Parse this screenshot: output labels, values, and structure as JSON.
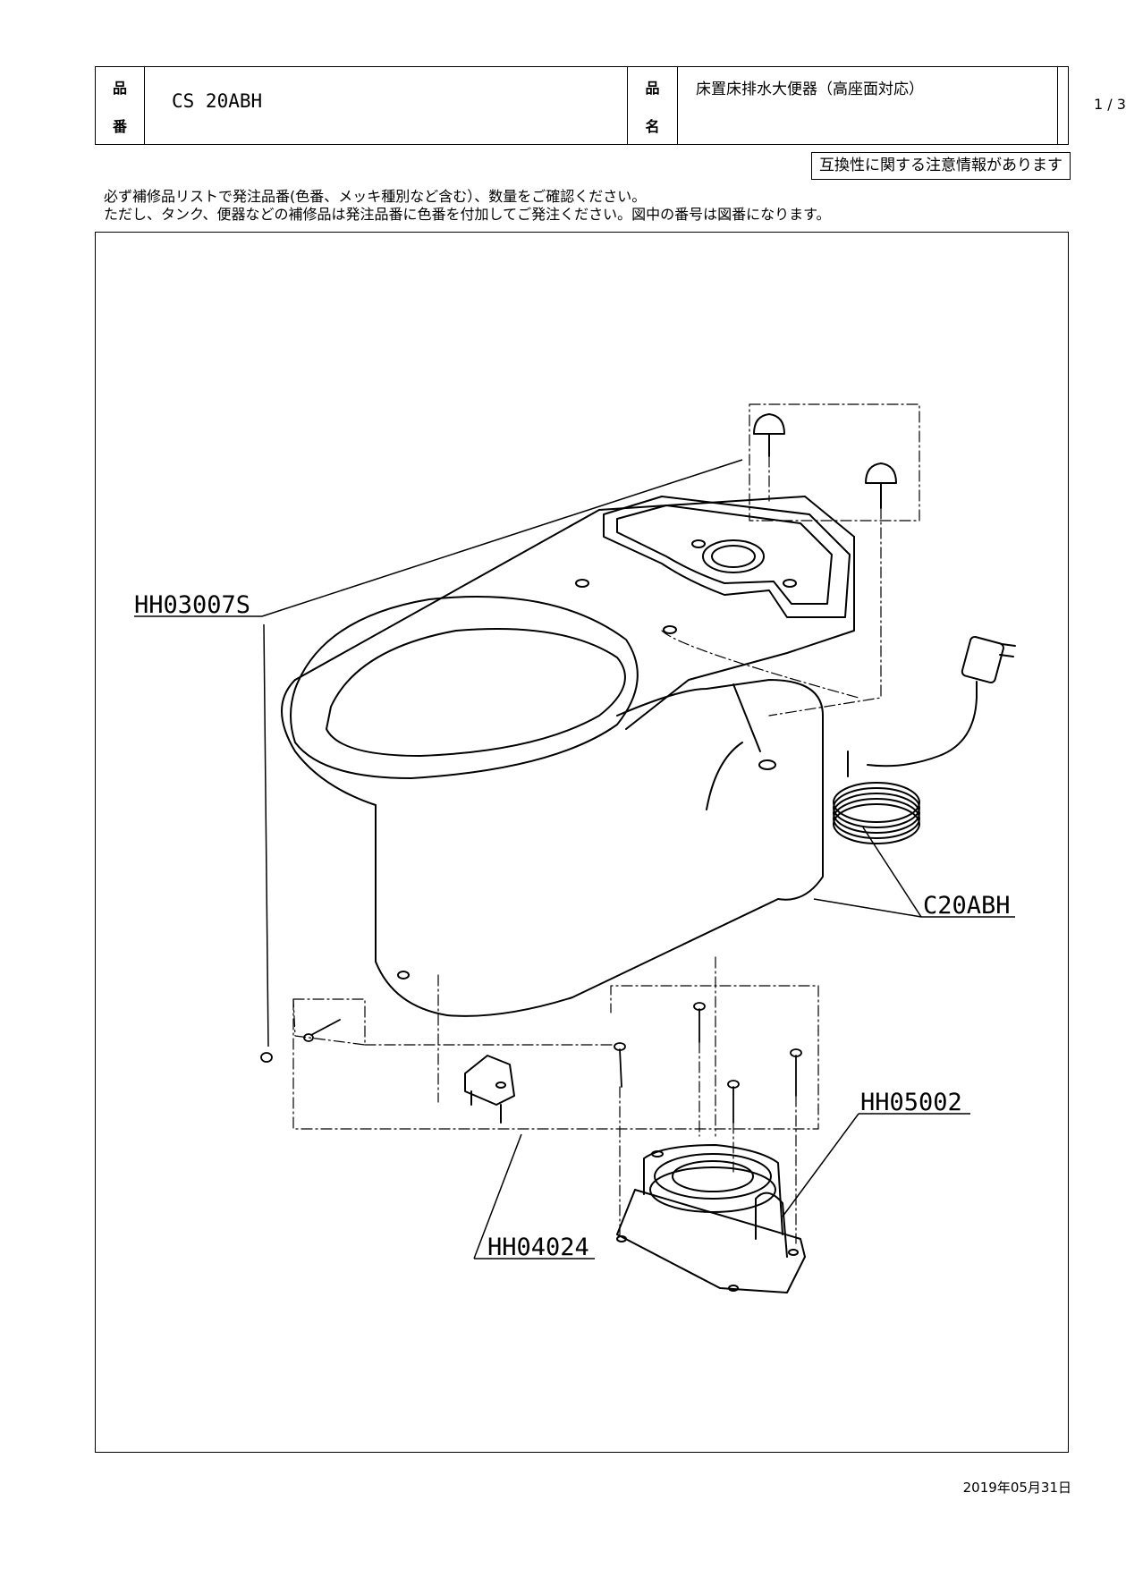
{
  "header": {
    "part_no_label": "品番",
    "part_no": "CS 20ABH",
    "part_name_label": "品名",
    "part_name": "床置床排水大便器（高座面対応）",
    "page": "1 / 3"
  },
  "notice": "互換性に関する注意情報があります",
  "instructions": [
    "必ず補修品リストで発注品番(色番、メッキ種別など含む）、数量をご確認ください。",
    "ただし、タンク、便器などの補修品は発注品番に色番を付加してご発注ください。図中の番号は図番になります。"
  ],
  "callouts": {
    "hh03007s": "HH03007S",
    "c20abh": "C20ABH",
    "hh05002": "HH05002",
    "hh04024": "HH04024"
  },
  "date": "2019年05月31日"
}
